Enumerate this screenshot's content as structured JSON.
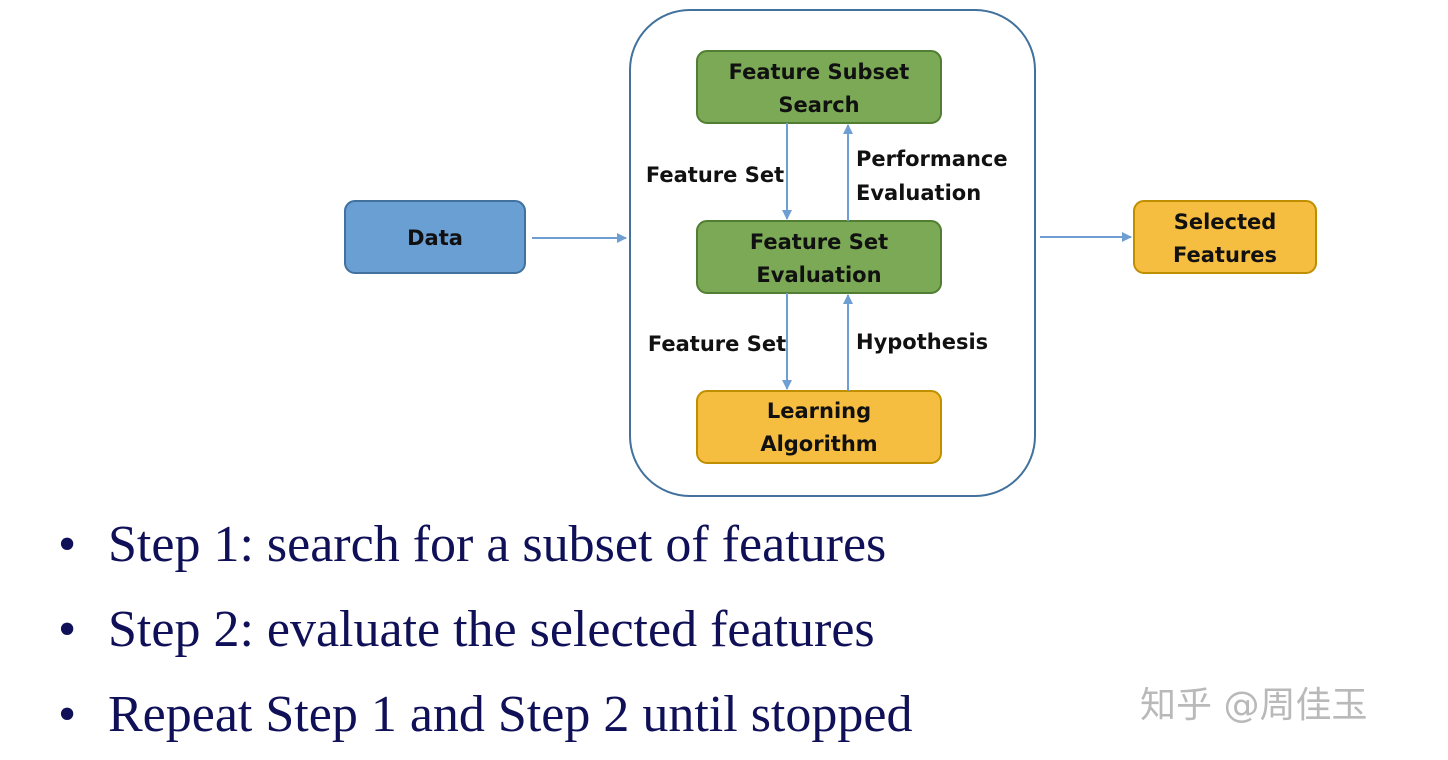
{
  "diagram": {
    "nodes": {
      "data": {
        "label": "Data",
        "color": "#6a9fd4"
      },
      "search": {
        "lines": [
          "Feature Subset",
          "Search"
        ],
        "color": "#7ba955"
      },
      "evaluation": {
        "lines": [
          "Feature Set",
          "Evaluation"
        ],
        "color": "#7ba955"
      },
      "learning": {
        "lines": [
          "Learning",
          "Algorithm"
        ],
        "color": "#f6be41"
      },
      "selected": {
        "lines": [
          "Selected",
          "Features"
        ],
        "color": "#f6be41"
      }
    },
    "edges": {
      "search_to_eval": "Feature Set",
      "eval_to_search": [
        "Performance",
        "Evaluation"
      ],
      "eval_to_learning": "Feature Set",
      "learning_to_eval": "Hypothesis"
    },
    "arrow_color": "#6f9fd2",
    "container_border_color": "#41719c"
  },
  "bullets": [
    "Step 1: search for a subset of features",
    "Step 2: evaluate the selected features",
    "Repeat Step 1 and Step 2 until stopped"
  ],
  "bullet_glyph": "•",
  "text_color": "#101058",
  "watermark": "知乎 @周佳玉"
}
